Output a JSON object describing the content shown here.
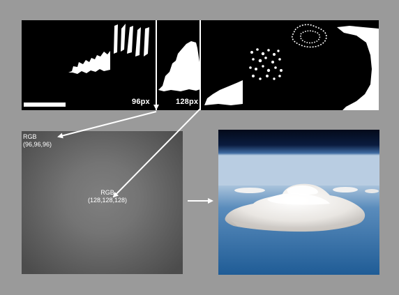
{
  "labels": {
    "px_96": "96px",
    "px_128": "128px"
  },
  "gradient_panel": {
    "corner_label_line1": "RGB",
    "corner_label_line2": "(96,96,96)",
    "center_label_line1": "RGB",
    "center_label_line2": "(128,128,128)",
    "corner_value": 96,
    "center_value": 128
  },
  "colors": {
    "background": "#9a9a9a",
    "mask": "#000000",
    "shape": "#ffffff",
    "arrow": "#ffffff",
    "sky_top": "#050b1c",
    "sky_horizon": "#8fb3d6",
    "ocean": "#2f6ea6"
  }
}
